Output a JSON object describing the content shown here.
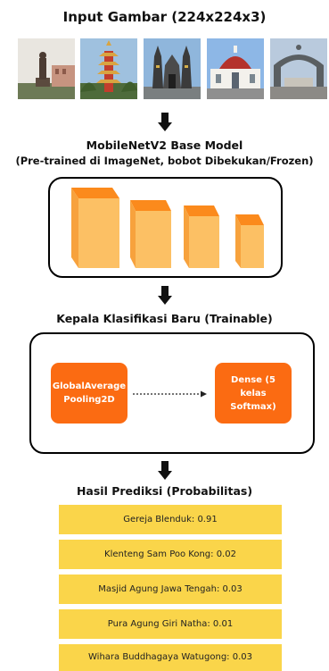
{
  "input": {
    "title": "Input Gambar (224x224x3)"
  },
  "photos": [
    {
      "icon": "statue-photo-icon"
    },
    {
      "icon": "pagoda-photo-icon"
    },
    {
      "icon": "temple-gate-photo-icon"
    },
    {
      "icon": "dome-church-photo-icon"
    },
    {
      "icon": "arch-gazebo-photo-icon"
    }
  ],
  "base_model": {
    "title": "MobileNetV2 Base Model",
    "subtitle": "(Pre-trained di ImageNet, bobot Dibekukan/Frozen)"
  },
  "head": {
    "title": "Kepala Klasifikasi Baru (Trainable)",
    "pooling_label": "GlobalAverage Pooling2D",
    "dense_label": "Dense (5 kelas Softmax)"
  },
  "results": {
    "title": "Hasil Prediksi (Probabilitas)",
    "items": [
      "Gereja Blenduk: 0.91",
      "Klenteng Sam Poo Kong: 0.02",
      "Masjid Agung Jawa Tengah: 0.03",
      "Pura Agung Giri Natha: 0.01",
      "Wihara Buddhagaya Watugong: 0.03"
    ]
  },
  "colors": {
    "node_orange": "#fb6b12",
    "block_front": "#fcc064",
    "block_top": "#fb8a1c",
    "result_yellow": "#fad54a"
  }
}
